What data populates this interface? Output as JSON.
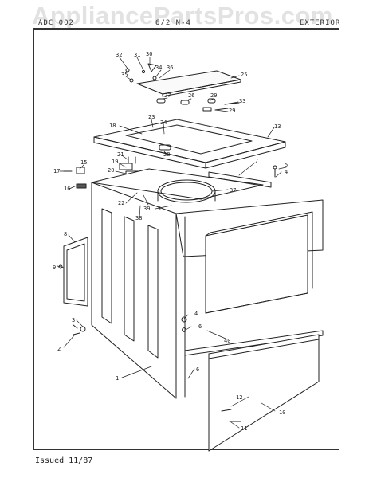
{
  "watermark": "AppliancePartsPros.com",
  "header": {
    "left": "ADC 002",
    "center": "6/2 N-4",
    "right": "EXTERIOR"
  },
  "footer": {
    "issued": "Issued 11/87"
  },
  "callouts": {
    "c1": "1",
    "c2": "2",
    "c3": "3",
    "c4": "4",
    "c4b": "4",
    "c4c": "4",
    "c5": "5",
    "c6": "6",
    "c6b": "6",
    "c7": "7",
    "c8": "8",
    "c9": "9",
    "c10": "10",
    "c11": "11",
    "c12": "12",
    "c13": "13",
    "c15": "15",
    "c16": "16",
    "c17": "17",
    "c18": "18",
    "c19": "19",
    "c20": "20",
    "c21": "21",
    "c22": "22",
    "c23": "23",
    "c24": "24",
    "c25": "25",
    "c26": "26",
    "c27": "27",
    "c28": "28",
    "c29": "29",
    "c29b": "29",
    "c30": "30",
    "c31": "31",
    "c32": "32",
    "c33": "33",
    "c34": "34",
    "c35": "35",
    "c36": "36",
    "c37": "37",
    "c38": "38",
    "c39": "39",
    "c40": "40"
  }
}
